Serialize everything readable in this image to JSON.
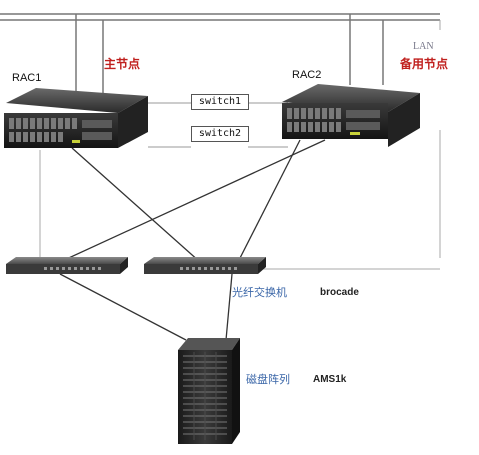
{
  "nodes": {
    "rac1": {
      "label": "RAC1",
      "role": "主节点"
    },
    "rac2": {
      "label": "RAC2",
      "role": "备用节点"
    }
  },
  "network": {
    "lan_label": "LAN"
  },
  "switches": {
    "switch1": "switch1",
    "switch2": "switch2"
  },
  "fiber": {
    "label_cn": "光纤交换机",
    "label_brand": "brocade"
  },
  "storage": {
    "label_cn": "磁盘阵列",
    "label_model": "AMS1k"
  }
}
